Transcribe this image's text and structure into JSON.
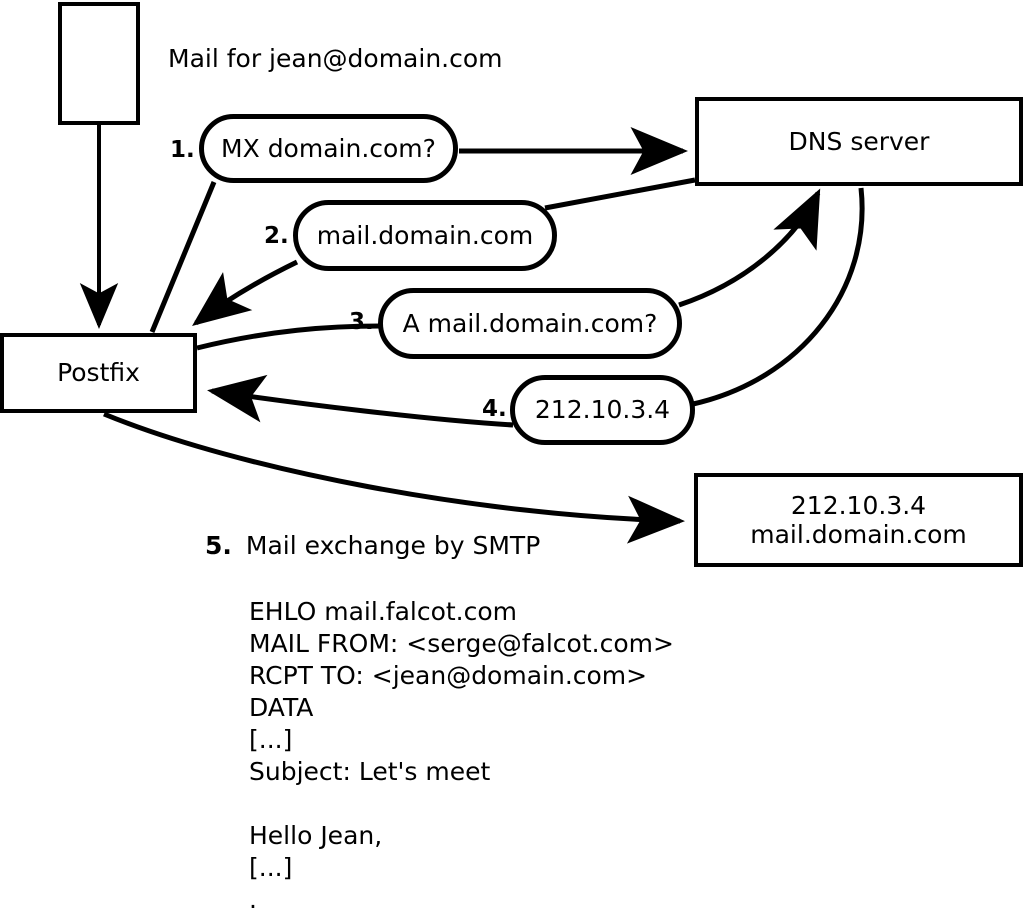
{
  "diagram": {
    "title_text": "Mail for jean@domain.com",
    "nodes": {
      "client": {
        "label": ""
      },
      "postfix": {
        "label": "Postfix"
      },
      "dns_server": {
        "label": "DNS server"
      },
      "mail_server": {
        "line1": "212.10.3.4",
        "line2": "mail.domain.com"
      }
    },
    "steps": [
      {
        "num": "1.",
        "label": "MX domain.com?"
      },
      {
        "num": "2.",
        "label": "mail.domain.com"
      },
      {
        "num": "3.",
        "label": "A mail.domain.com?"
      },
      {
        "num": "4.",
        "label": "212.10.3.4"
      }
    ],
    "smtp_step": {
      "num": "5.",
      "label": "Mail exchange by SMTP"
    },
    "transcript": [
      "EHLO mail.falcot.com",
      "MAIL FROM: <serge@falcot.com>",
      "RCPT TO: <jean@domain.com>",
      "DATA",
      "[...]",
      "Subject: Let's meet",
      "",
      "Hello Jean,",
      "[...]",
      "."
    ],
    "colors": {
      "stroke": "#000000",
      "background": "#ffffff",
      "text": "#000000"
    }
  }
}
